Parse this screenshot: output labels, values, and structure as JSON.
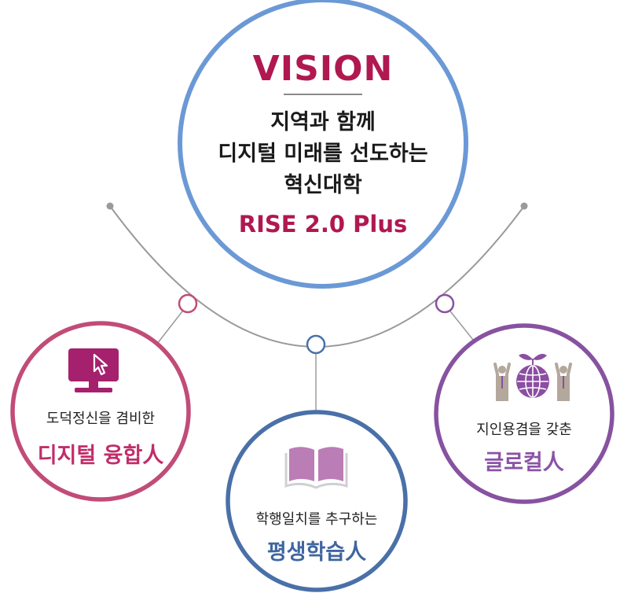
{
  "vision": {
    "title": "VISION",
    "line1": "지역과 함께",
    "line2": "디지털 미래를 선도하는",
    "line3": "혁신대학",
    "brand": "RISE 2.0 Plus"
  },
  "nodes": [
    {
      "description": "도덕정신을 겸비한",
      "title": "디지털 융합人",
      "icon": "computer-cursor-icon"
    },
    {
      "description": "학행일치를 추구하는",
      "title": "평생학습人",
      "icon": "open-book-icon"
    },
    {
      "description": "지인용겸을 갖춘",
      "title": "글로컬人",
      "icon": "globe-sprout-people-icon"
    }
  ],
  "colors": {
    "vision_ring": "#6b99d6",
    "vision_title": "#b01850",
    "left_ring": "#c14c77",
    "left_title": "#c12d6a",
    "left_icon": "#a5216e",
    "center_ring": "#4a70a8",
    "center_title": "#3f66a0",
    "center_icon": "#bb7db5",
    "right_ring": "#8752a0",
    "right_title": "#8a53a6",
    "right_icon": "#8b4ea2",
    "connector": "#9a9a9a"
  }
}
